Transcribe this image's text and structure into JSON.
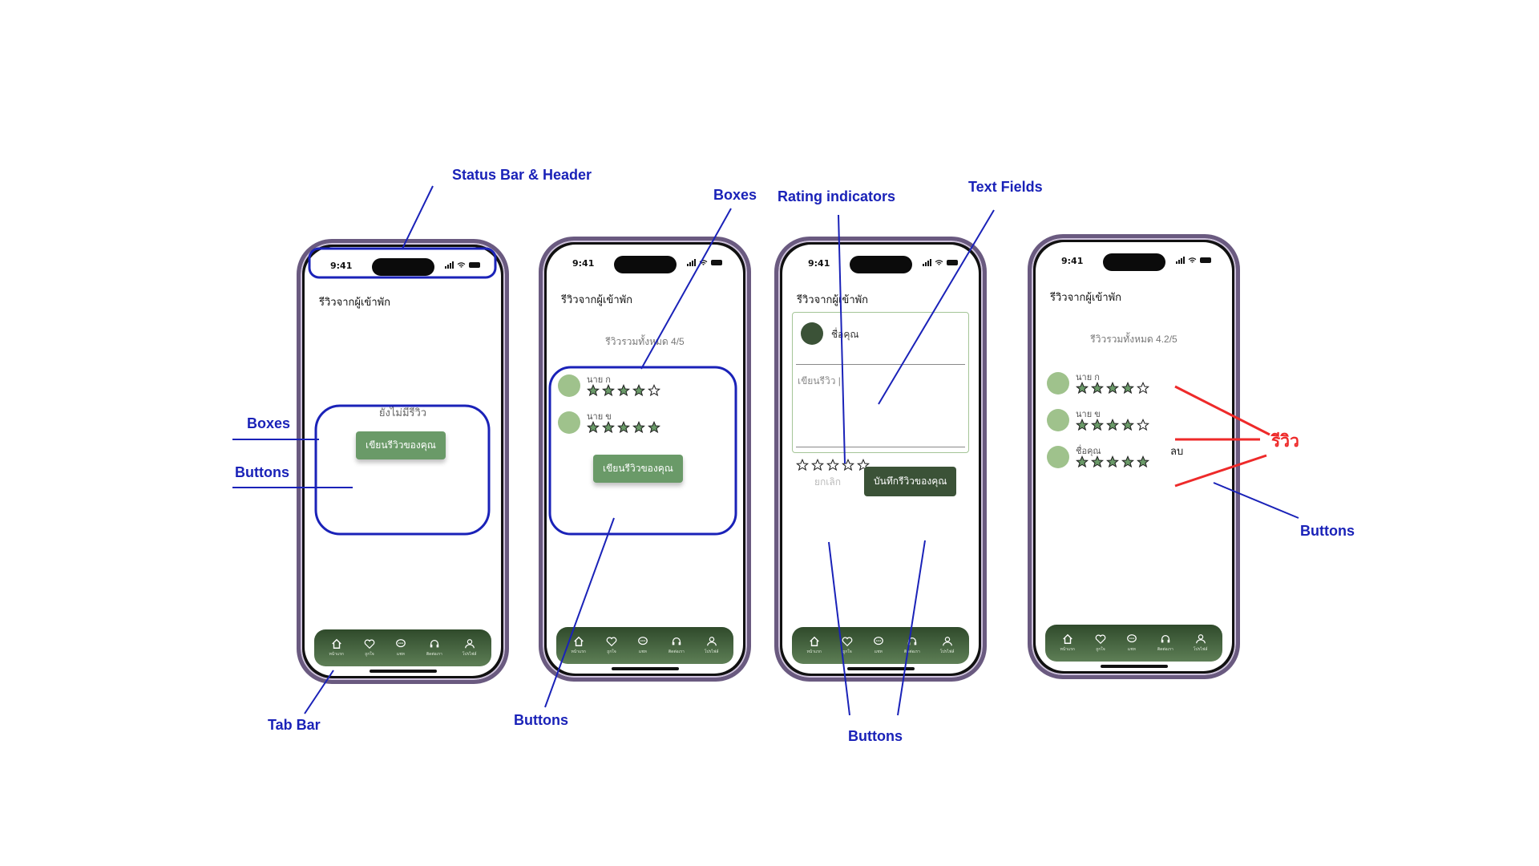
{
  "annotations": {
    "status_bar_header": "Status Bar & Header",
    "boxes_1": "Boxes",
    "buttons_1": "Buttons",
    "tab_bar": "Tab Bar",
    "boxes_2": "Boxes",
    "buttons_2": "Buttons",
    "rating_indicators": "Rating indicators",
    "text_fields": "Text Fields",
    "buttons_3": "Buttons",
    "buttons_4": "Buttons",
    "review_red": "รีวิว"
  },
  "colors": {
    "annotation": "#1a22b8",
    "accent_red": "#ee2a2a",
    "brand_green": "#6a9a68",
    "dark_green": "#3b5237"
  },
  "phone": {
    "time": "9:41",
    "header_title": "รีวิวจากผู้เข้าพัก",
    "tabs": [
      {
        "label": "หน้าแรก",
        "icon": "home-icon"
      },
      {
        "label": "ถูกใจ",
        "icon": "heart-icon"
      },
      {
        "label": "แชท",
        "icon": "chat-icon"
      },
      {
        "label": "ติดต่อเรา",
        "icon": "headset-icon"
      },
      {
        "label": "โปรไฟล์",
        "icon": "user-icon"
      }
    ]
  },
  "screen1": {
    "empty_text": "ยังไม่มีรีวิว",
    "write_button": "เขียนรีวิวของคุณ"
  },
  "screen2": {
    "summary": "รีวิวรวมทั้งหมด 4/5",
    "reviews": [
      {
        "name": "นาย ก",
        "rating": 4
      },
      {
        "name": "นาย ข",
        "rating": 5
      }
    ],
    "write_button": "เขียนรีวิวของคุณ"
  },
  "screen3": {
    "name_label": "ชื่อคุณ",
    "review_placeholder": "เขียนรีวิว |",
    "rating": 0,
    "cancel_button": "ยกเลิก",
    "save_button": "บันทึกรีวิวของคุณ"
  },
  "screen4": {
    "summary": "รีวิวรวมทั้งหมด 4.2/5",
    "reviews": [
      {
        "name": "นาย ก",
        "rating": 4
      },
      {
        "name": "นาย ข",
        "rating": 4
      },
      {
        "name": "ชื่อคุณ",
        "rating": 5
      }
    ],
    "delete_button": "ลบ"
  }
}
